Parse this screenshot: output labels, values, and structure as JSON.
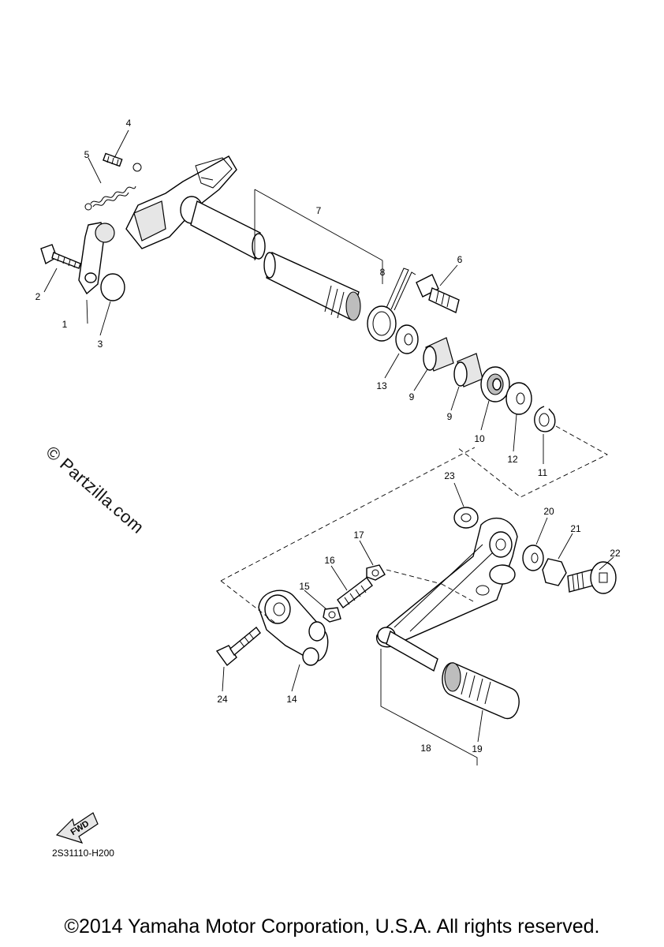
{
  "watermark": "© Partzilla.com",
  "diagram_code": "2S31110-H200",
  "fwd_label": "FWD",
  "copyright": "©2014 Yamaha Motor Corporation, U.S.A. All rights reserved.",
  "callouts": {
    "c1": "1",
    "c2": "2",
    "c3": "3",
    "c4": "4",
    "c5": "5",
    "c6": "6",
    "c7": "7",
    "c8": "8",
    "c9a": "9",
    "c9b": "9",
    "c10": "10",
    "c11": "11",
    "c12": "12",
    "c13": "13",
    "c14": "14",
    "c15": "15",
    "c16": "16",
    "c17": "17",
    "c18": "18",
    "c19": "19",
    "c20": "20",
    "c21": "21",
    "c22": "22",
    "c23": "23",
    "c24": "24"
  }
}
